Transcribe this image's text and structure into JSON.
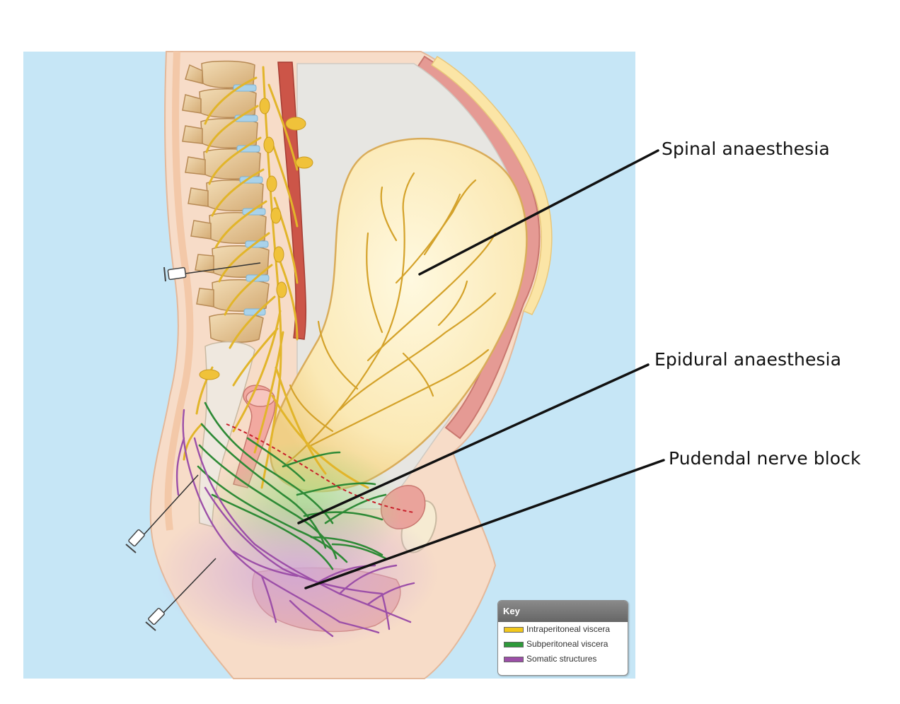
{
  "labels": {
    "spinal": "Spinal anaesthesia",
    "epidural": "Epidural anaesthesia",
    "pudendal": "Pudendal nerve block"
  },
  "key": {
    "title": "Key",
    "items": [
      {
        "label": "Intraperitoneal viscera",
        "color": "#f2c81c"
      },
      {
        "label": "Subperitoneal viscera",
        "color": "#2e9a3a"
      },
      {
        "label": "Somatic structures",
        "color": "#9c4fa8"
      }
    ]
  },
  "colors": {
    "background_panel": "#c6e6f6",
    "skin": "#f7dcc8",
    "muscle": "#e59a94",
    "uterus": "#fbeab8",
    "bone": "#e8c89a",
    "nerve_yellow": "#e2b52a",
    "nerve_green": "#2e8a36",
    "nerve_purple": "#9c4fa8",
    "artery": "#cc5548"
  }
}
